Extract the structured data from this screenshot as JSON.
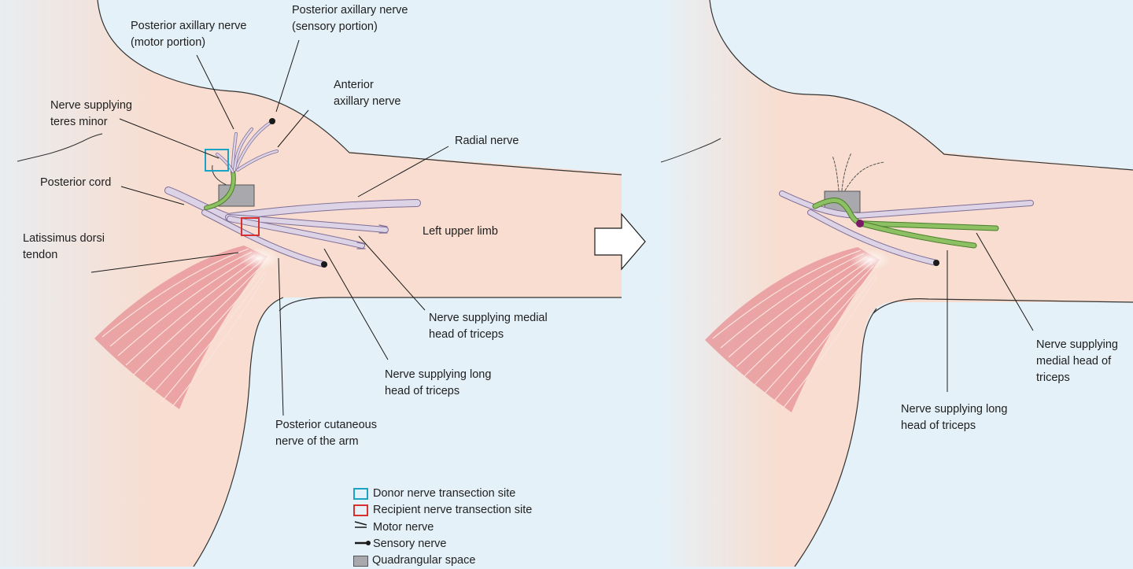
{
  "left_panel": {
    "labels": {
      "post_axillary_motor": [
        "Posterior axillary nerve",
        "(motor portion)"
      ],
      "post_axillary_sensory": [
        "Posterior axillary nerve",
        "(sensory portion)"
      ],
      "anterior_axillary": [
        "Anterior",
        "axillary nerve"
      ],
      "teres_minor": [
        "Nerve supplying",
        "teres minor"
      ],
      "radial": [
        "Radial nerve"
      ],
      "posterior_cord": [
        "Posterior cord"
      ],
      "latissimus": [
        "Latissimus dorsi",
        "tendon"
      ],
      "left_upper_limb": [
        "Left upper limb"
      ],
      "medial_head": [
        "Nerve supplying medial",
        "head of triceps"
      ],
      "long_head": [
        "Nerve supplying long",
        "head of triceps"
      ],
      "post_cutaneous": [
        "Posterior cutaneous",
        "nerve of the arm"
      ]
    }
  },
  "right_panel": {
    "labels": {
      "medial_head": [
        "Nerve supplying",
        "medial head of",
        "triceps"
      ],
      "long_head": [
        "Nerve supplying long",
        "head of triceps"
      ]
    }
  },
  "legend": {
    "items": [
      {
        "kind": "donor",
        "label": "Donor nerve transection site"
      },
      {
        "kind": "recipient",
        "label": "Recipient nerve transection site"
      },
      {
        "kind": "motor",
        "label": "Motor nerve"
      },
      {
        "kind": "sensory",
        "label": "Sensory nerve"
      },
      {
        "kind": "quad",
        "label": "Quadrangular space"
      }
    ]
  },
  "colors": {
    "background": "#e5f1f8",
    "skin": "#f8ddd0",
    "nerve": "#ddd3e6",
    "graft_green": "#8cc063",
    "donor_box": "#1aa3c4",
    "recipient_box": "#d8302d",
    "coaptation_dot": "#7a1a66",
    "quadrangular_space": "#a9a9ad"
  }
}
